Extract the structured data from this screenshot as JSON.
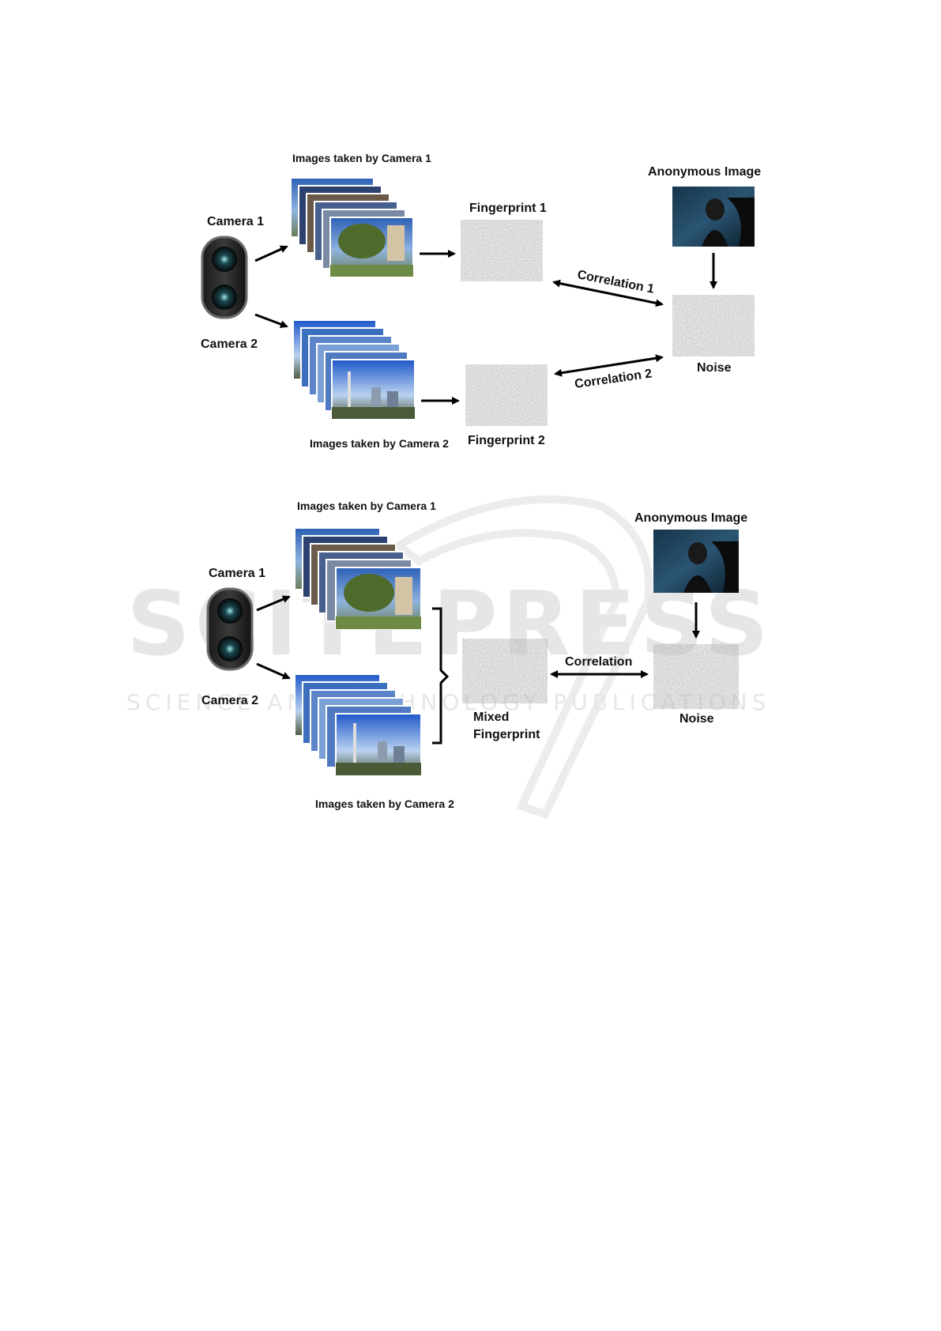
{
  "diagram_top": {
    "camera1_label": "Camera 1",
    "camera2_label": "Camera 2",
    "images_cam1_label": "Images taken by Camera 1",
    "images_cam2_label": "Images taken by Camera 2",
    "fingerprint1_label": "Fingerprint 1",
    "fingerprint2_label": "Fingerprint 2",
    "anonymous_label": "Anonymous Image",
    "noise_label": "Noise",
    "correlation1_label": "Correlation 1",
    "correlation2_label": "Correlation 2"
  },
  "diagram_bottom": {
    "camera1_label": "Camera 1",
    "camera2_label": "Camera 2",
    "images_cam1_label": "Images taken by Camera 1",
    "images_cam2_label": "Images taken by Camera 2",
    "mixed_label_line1": "Mixed",
    "mixed_label_line2": "Fingerprint",
    "anonymous_label": "Anonymous Image",
    "noise_label": "Noise",
    "correlation_label": "Correlation"
  },
  "watermark": {
    "big": "SCITEPRESS",
    "small": "SCIENCE AND TECHNOLOGY PUBLICATIONS"
  }
}
